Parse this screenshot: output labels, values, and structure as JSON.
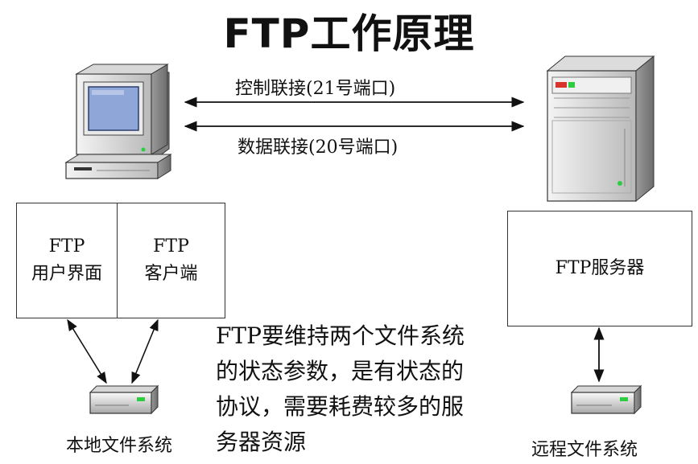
{
  "title": "FTP工作原理",
  "connections": {
    "control": "控制联接(21号端口)",
    "data": "数据联接(20号端口)"
  },
  "client_box": {
    "ui_line1": "FTP",
    "ui_line2": "用户界面",
    "client_line1": "FTP",
    "client_line2": "客户端"
  },
  "server_box": {
    "label": "FTP服务器"
  },
  "note": {
    "lines": [
      "FTP要维持两个文件系统",
      "的状态参数，是有状态的",
      "协议，需要耗费较多的服",
      "务器资源"
    ]
  },
  "captions": {
    "local_fs": "本地文件系统",
    "remote_fs": "远程文件系统"
  },
  "colors": {
    "monitor_screen": "#8fa6d8",
    "drive_led": "#2ecc40",
    "server_led": "#d9342b"
  }
}
